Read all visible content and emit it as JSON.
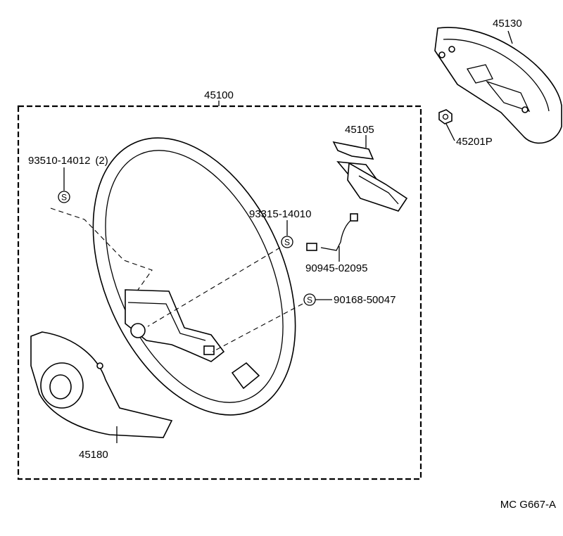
{
  "parts": {
    "assembly": "45100",
    "pad": "45130",
    "nut": "45201P",
    "bracket": "45105",
    "screw_pair": "93510-14012",
    "screw_pair_qty": "(2)",
    "screw_a": "93315-14010",
    "wire": "90945-02095",
    "screw_b": "90168-50047",
    "cover": "45180"
  },
  "symbol": "S",
  "ref_code": "MC G667-A"
}
